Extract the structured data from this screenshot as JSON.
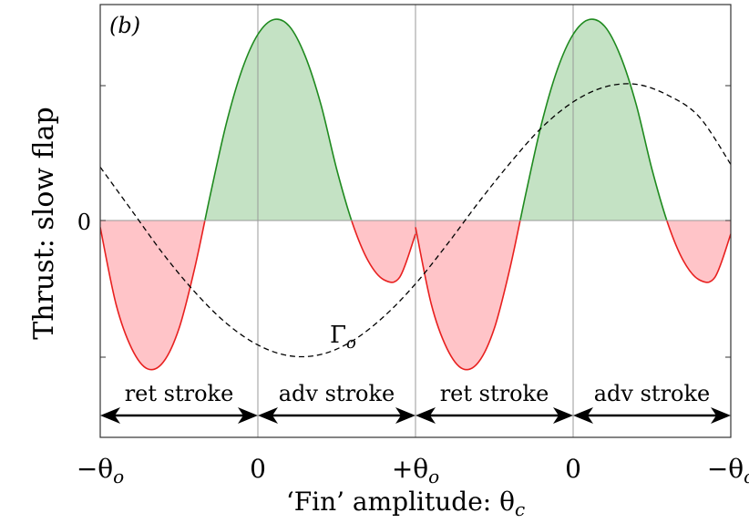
{
  "chart_data": {
    "type": "area",
    "panel_label": "(b)",
    "ylabel": "Thrust: slow flap",
    "xlabel": "‘Fin’ amplitude: θ",
    "xlabel_sub": "c",
    "y_zero_label": "0",
    "x_ticks": [
      {
        "main": "−θ",
        "sub": "o"
      },
      {
        "main": "0",
        "sub": ""
      },
      {
        "main": "+θ",
        "sub": "o"
      },
      {
        "main": "0",
        "sub": ""
      },
      {
        "main": "−θ",
        "sub": "o"
      }
    ],
    "strokes": [
      "ret stroke",
      "adv stroke",
      "ret stroke",
      "adv stroke"
    ],
    "gamma_label": {
      "main": "Γ",
      "sub": "o"
    },
    "x_range": [
      0,
      4
    ],
    "y_range": [
      -1.4,
      1.5
    ],
    "thrust_series": {
      "x": [
        0.0,
        0.1,
        0.2,
        0.3,
        0.4,
        0.5,
        0.6,
        0.7,
        0.8,
        0.9,
        1.0,
        1.1,
        1.2,
        1.3,
        1.4,
        1.5,
        1.6,
        1.7,
        1.8,
        1.9,
        2.0
      ],
      "y": [
        -0.05,
        -0.62,
        -0.95,
        -1.1,
        -1.05,
        -0.8,
        -0.35,
        0.2,
        0.72,
        1.12,
        1.38,
        1.49,
        1.44,
        1.22,
        0.86,
        0.38,
        -0.02,
        -0.3,
        -0.44,
        -0.42,
        -0.1
      ]
    },
    "thrust_series_2": {
      "x": [
        2.0,
        2.1,
        2.2,
        2.3,
        2.4,
        2.5,
        2.6,
        2.7,
        2.8,
        2.9,
        3.0,
        3.1,
        3.2,
        3.3,
        3.4,
        3.5,
        3.6,
        3.7,
        3.8,
        3.9,
        4.0
      ],
      "y": [
        -0.05,
        -0.62,
        -0.95,
        -1.1,
        -1.05,
        -0.8,
        -0.35,
        0.2,
        0.72,
        1.12,
        1.38,
        1.49,
        1.44,
        1.22,
        0.86,
        0.38,
        -0.02,
        -0.3,
        -0.44,
        -0.42,
        -0.1
      ]
    },
    "gamma_series": {
      "x": [
        0.0,
        0.2,
        0.4,
        0.6,
        0.8,
        1.0,
        1.2,
        1.4,
        1.6,
        1.8,
        2.0,
        2.2,
        2.4,
        2.6,
        2.8,
        3.0,
        3.2,
        3.4,
        3.6,
        3.8,
        4.0
      ],
      "y": [
        0.4,
        0.08,
        -0.24,
        -0.52,
        -0.75,
        -0.91,
        -0.99,
        -0.98,
        -0.88,
        -0.7,
        -0.46,
        -0.17,
        0.14,
        0.43,
        0.69,
        0.88,
        0.99,
        1.01,
        0.93,
        0.77,
        0.42
      ]
    },
    "colors": {
      "positive_fill": "#c4e2c4",
      "positive_line": "#1f8a1f",
      "negative_fill": "#ffc4c8",
      "negative_line": "#e8201f",
      "gamma_line": "#000000",
      "divider": "#999999"
    },
    "legend": "none",
    "grid": false
  }
}
